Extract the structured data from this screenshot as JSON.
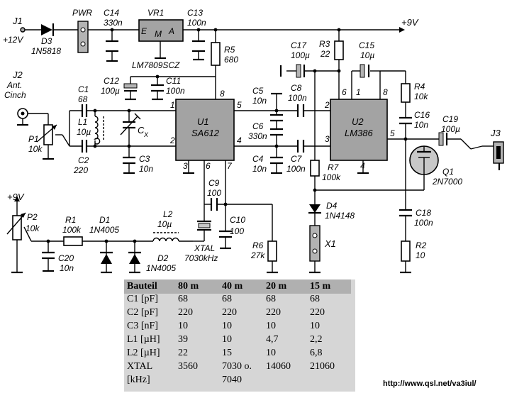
{
  "labels": {
    "J1": "J1",
    "plus12v": "+12V",
    "D3": "D3",
    "D3v": "1N5818",
    "PWR": "PWR",
    "C14": "C14",
    "C14v": "330n",
    "VR1": "VR1",
    "VR1E": "E",
    "VR1M": "M",
    "VR1A": "A",
    "VR1v": "LM7809SCZ",
    "C13": "C13",
    "C13v": "100n",
    "plus9v": "+9V",
    "R5": "R5",
    "R5v": "680",
    "R3": "R3",
    "R3v": "22",
    "C17": "C17",
    "C17v": "100µ",
    "C15": "C15",
    "C15v": "10µ",
    "J2": "J2",
    "J2a": "Ant.",
    "J2b": "Cinch",
    "C1": "C1",
    "C1v": "68",
    "C12": "C12",
    "C12v": "100µ",
    "C11": "C11",
    "C11v": "100n",
    "L1": "L1",
    "L1v": "10µ",
    "CX": "C",
    "CXsub": "X",
    "P1": "P1",
    "P1v": "10k",
    "C2": "C2",
    "C2v": "220",
    "C3": "C3",
    "C3v": "10n",
    "U1": "U1",
    "U1v": "SA612",
    "C5": "C5",
    "C5v": "10n",
    "C6": "C6",
    "C6v": "330n",
    "C4": "C4",
    "C4v": "10n",
    "C8": "C8",
    "C8v": "100n",
    "C7": "C7",
    "C7v": "100n",
    "U2": "U2",
    "U2v": "LM386",
    "R4": "R4",
    "R4v": "10k",
    "C16": "C16",
    "C16v": "10n",
    "C19": "C19",
    "C19v": "100µ",
    "J3": "J3",
    "R7": "R7",
    "R7v": "100k",
    "Q1": "Q1",
    "Q1v": "2N7000",
    "C9": "C9",
    "C9v": "100",
    "C10": "C10",
    "C10v": "100",
    "D4": "D4",
    "D4v": "1N4148",
    "X1": "X1",
    "C18": "C18",
    "C18v": "100n",
    "R2": "R2",
    "R2v": "10",
    "P2": "P2",
    "P2v": "10k",
    "plus9vb": "+9V",
    "R1": "R1",
    "R1v": "100k",
    "D1": "D1",
    "D1v": "1N4005",
    "L2": "L2",
    "L2v": "10µ",
    "D2": "D2",
    "D2v": "1N4005",
    "XTAL": "XTAL",
    "XTALv": "7030kHz",
    "R6": "R6",
    "R6v": "27k",
    "C20": "C20",
    "C20v": "10n"
  },
  "pins": {
    "u1_1": "1",
    "u1_2": "2",
    "u1_3": "3",
    "u1_4": "4",
    "u1_5": "5",
    "u1_6": "6",
    "u1_7": "7",
    "u1_8": "8",
    "u2_1": "1",
    "u2_2": "2",
    "u2_3": "3",
    "u2_4": "4",
    "u2_5": "5",
    "u2_6": "6",
    "u2_8": "8"
  },
  "table": {
    "headers": [
      "Bauteil",
      "80 m",
      "40 m",
      "20 m",
      "15 m"
    ],
    "rows": [
      [
        "C1 [pF]",
        "68",
        "68",
        "68",
        "68"
      ],
      [
        "C2 [pF]",
        "220",
        "220",
        "220",
        "220"
      ],
      [
        "C3 [nF]",
        "10",
        "10",
        "10",
        "10"
      ],
      [
        "L1 [µH]",
        "39",
        "10",
        "4,7",
        "2,2"
      ],
      [
        "L2 [µH]",
        "22",
        "15",
        "10",
        "6,8"
      ],
      [
        "XTAL",
        "3560",
        "7030 o.",
        "14060",
        "21060"
      ],
      [
        "[kHz]",
        "",
        "7040",
        "",
        ""
      ]
    ]
  },
  "url": "http://www.qsl.net/va3iul/"
}
